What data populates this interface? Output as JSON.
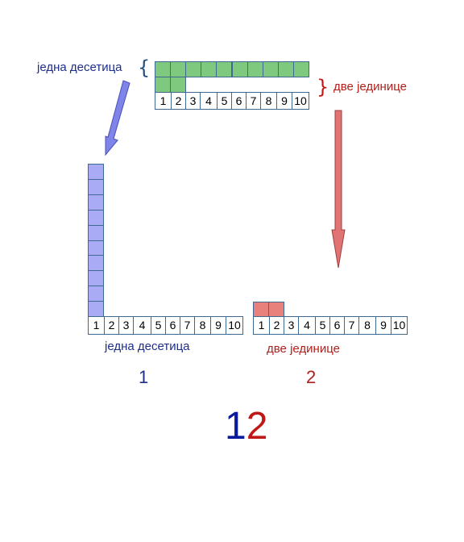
{
  "labels": {
    "one_ten_top": "једна десетица",
    "two_ones_top": "две јединице",
    "one_ten_bottom": "једна десетица",
    "two_ones_bottom": "две јединице",
    "tens_digit": "1",
    "ones_digit": "2",
    "result_tens": "1",
    "result_ones": "2"
  },
  "braces": {
    "left": "{",
    "right": "}"
  },
  "number_strip": [
    "1",
    "2",
    "3",
    "4",
    "5",
    "6",
    "7",
    "8",
    "9",
    "10"
  ],
  "counts": {
    "top_green_full_row": 10,
    "top_green_second_row": 2,
    "ten_column": 10,
    "red_ones": 2
  },
  "colors": {
    "green": "#7fc97f",
    "blue_square": "#a9acf5",
    "red_square": "#e8807c",
    "blue_text": "#1f2e8c",
    "red_text": "#b0201b",
    "result_blue": "#0a1a9c",
    "result_red": "#c01717",
    "cell_border": "#3e6a91",
    "arrow_blue": "#7f84e8",
    "arrow_red": "#e07474"
  }
}
